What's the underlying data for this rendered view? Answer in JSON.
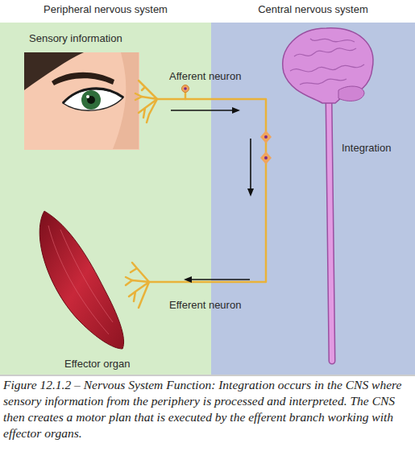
{
  "diagram": {
    "caption": "Figure 12.1.2 – Nervous System Function: Integration occurs in the CNS where sensory information from the periphery is processed and interpreted. The CNS then creates a motor plan that is executed by the efferent branch working with effector organs.",
    "nodes": [
      {
        "text": [
          "Peripheral nervous system"
        ]
      },
      {
        "text": [
          "Central nervous system"
        ]
      },
      {
        "text": [
          "Sensory information"
        ],
        "in": 0
      }
    ],
    "labels": [
      "Afferent neuron",
      "Integration",
      "Efferent neuron",
      "Effector organ"
    ]
  }
}
